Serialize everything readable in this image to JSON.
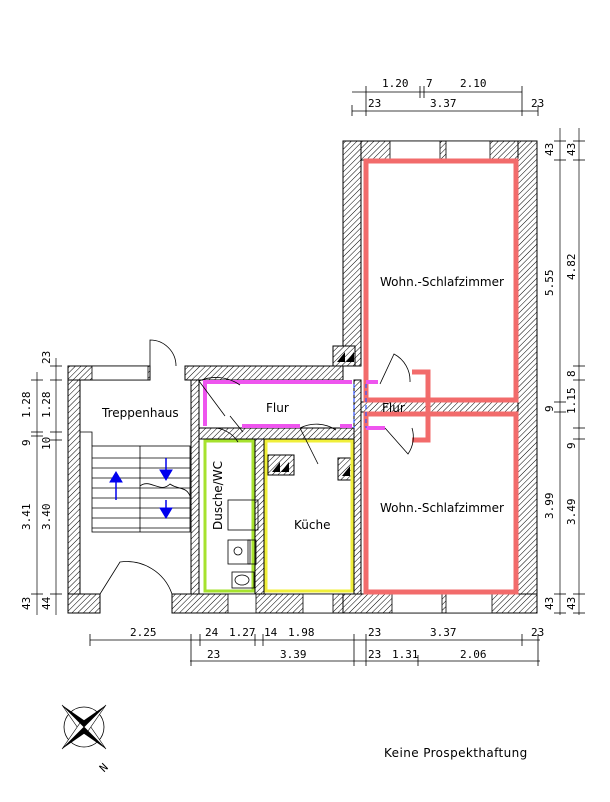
{
  "rooms": {
    "treppenhaus": "Treppenhaus",
    "flur_left": "Flur",
    "flur_right": "Flur",
    "dusche_wc": "Dusche/WC",
    "kueche": "Küche",
    "wohn_top": "Wohn.-Schlafzimmer",
    "wohn_bottom": "Wohn.-Schlafzimmer"
  },
  "dims": {
    "top_row1": [
      "1.20",
      "7",
      "2.10"
    ],
    "top_row2": [
      "23",
      "3.37",
      "23"
    ],
    "right_col1": [
      "43",
      "5.55",
      "9",
      "3.99",
      "43"
    ],
    "right_col2": [
      "43",
      "4.82",
      "8",
      "1.15",
      "9",
      "3.49",
      "43"
    ],
    "left_col1": [
      "23",
      "1.28",
      "9",
      "3.41",
      "43"
    ],
    "left_col2": [
      "1.28",
      "10",
      "3.40",
      "44"
    ],
    "bottom_row1": [
      "2.25",
      "24",
      "1.27",
      "14",
      "1.98",
      "23",
      "3.37",
      "23"
    ],
    "bottom_row2": [
      "23",
      "3.39",
      "23",
      "1.31",
      "2.06"
    ]
  },
  "compass": {
    "label": "N"
  },
  "note": "Keine Prospekthaftung",
  "colors": {
    "wohn": "#f26b6b",
    "flur": "#ee55ee",
    "door": "#3355ff",
    "dusche": "#a6e22e",
    "kueche": "#f0ef3a",
    "stairs_arrow": "#0000ee",
    "wall_hatch": "#000000"
  }
}
